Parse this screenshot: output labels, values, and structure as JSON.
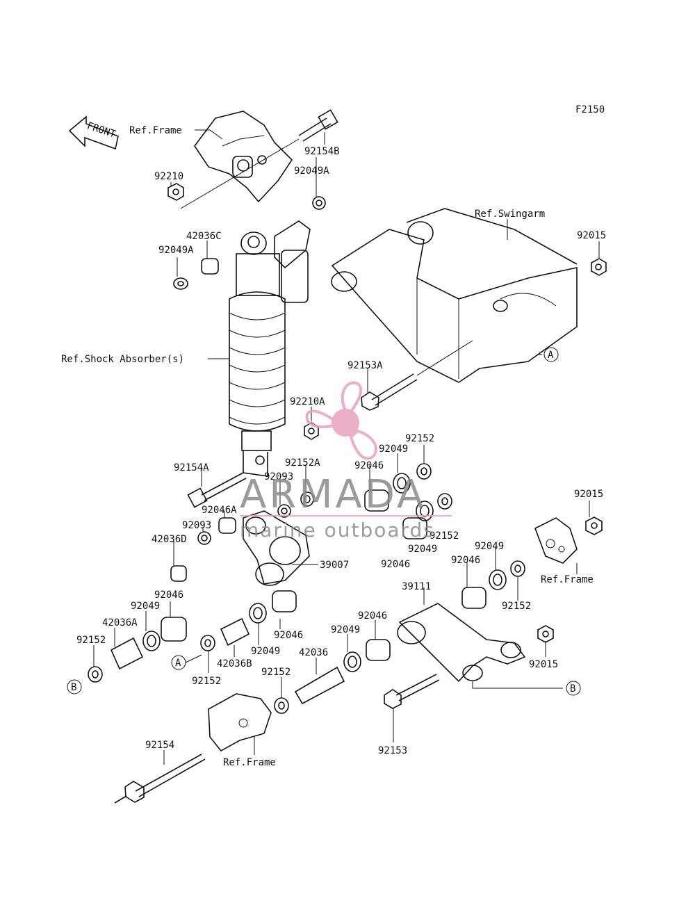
{
  "figure_code": "F2150",
  "front_label": "FRONT",
  "refs": {
    "frame": "Ref.Frame",
    "swingarm": "Ref.Swingarm",
    "shock": "Ref.Shock Absorber(s)"
  },
  "callouts": {
    "a": "A",
    "b": "B"
  },
  "parts": {
    "p92154B": "92154B",
    "p92210": "92210",
    "p92049A_top": "92049A",
    "p42036C": "42036C",
    "p92049A_left": "92049A",
    "p92015_top": "92015",
    "p92153A": "92153A",
    "p92210A": "92210A",
    "p92152_r1": "92152",
    "p92049_r1": "92049",
    "p92046_r1": "92046",
    "p92152A": "92152A",
    "p92154A": "92154A",
    "p92093_a": "92093",
    "p92046A": "92046A",
    "p92093_b": "92093",
    "p42036D": "42036D",
    "p92152_r2": "92152",
    "p92049_r2": "92049",
    "p92046_r2": "92046",
    "p39007": "39007",
    "p92015_mid": "92015",
    "p92049_r3": "92049",
    "p92046_r3": "92046",
    "p92152_r3": "92152",
    "p39111": "39111",
    "p92046_l1": "92046",
    "p92049_l1": "92049",
    "p42036A": "42036A",
    "p92152_l1": "92152",
    "p92046_l2": "92046",
    "p92049_l2": "92049",
    "p42036B": "42036B",
    "p92152_l2": "92152",
    "p92046_c": "92046",
    "p92049_c": "92049",
    "p42036": "42036",
    "p92152_c": "92152",
    "p92015_low": "92015",
    "p92153": "92153",
    "p92154": "92154"
  },
  "watermark": {
    "title": "ARMADA",
    "subtitle": "marine outboards",
    "accent_color": "#e8a0c0"
  }
}
